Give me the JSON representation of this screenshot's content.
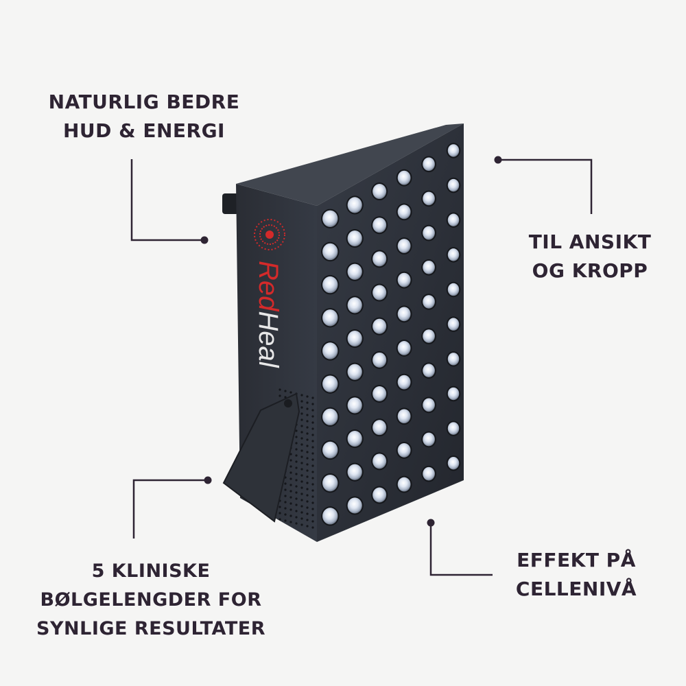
{
  "callouts": {
    "top_left": {
      "lines": [
        "NATURLIG BEDRE",
        "HUD & ENERGI"
      ]
    },
    "top_right": {
      "lines": [
        "TIL ANSIKT",
        "OG KROPP"
      ]
    },
    "bottom_left": {
      "lines": [
        "5 KLINISKE",
        "BØLGELENGDER FOR",
        "SYNLIGE RESULTATER"
      ]
    },
    "bottom_right": {
      "lines": [
        "EFFEKT PÅ",
        "CELLENIVÅ"
      ]
    }
  },
  "device": {
    "brand_part1": "Red",
    "brand_part2": "Heal",
    "led_rows": 10,
    "led_cols": 6,
    "body_color": "#2c3038",
    "accent_color": "#d42a2a"
  },
  "colors": {
    "text": "#2e2433",
    "connector": "#2e2433",
    "background": "#f5f5f4"
  }
}
